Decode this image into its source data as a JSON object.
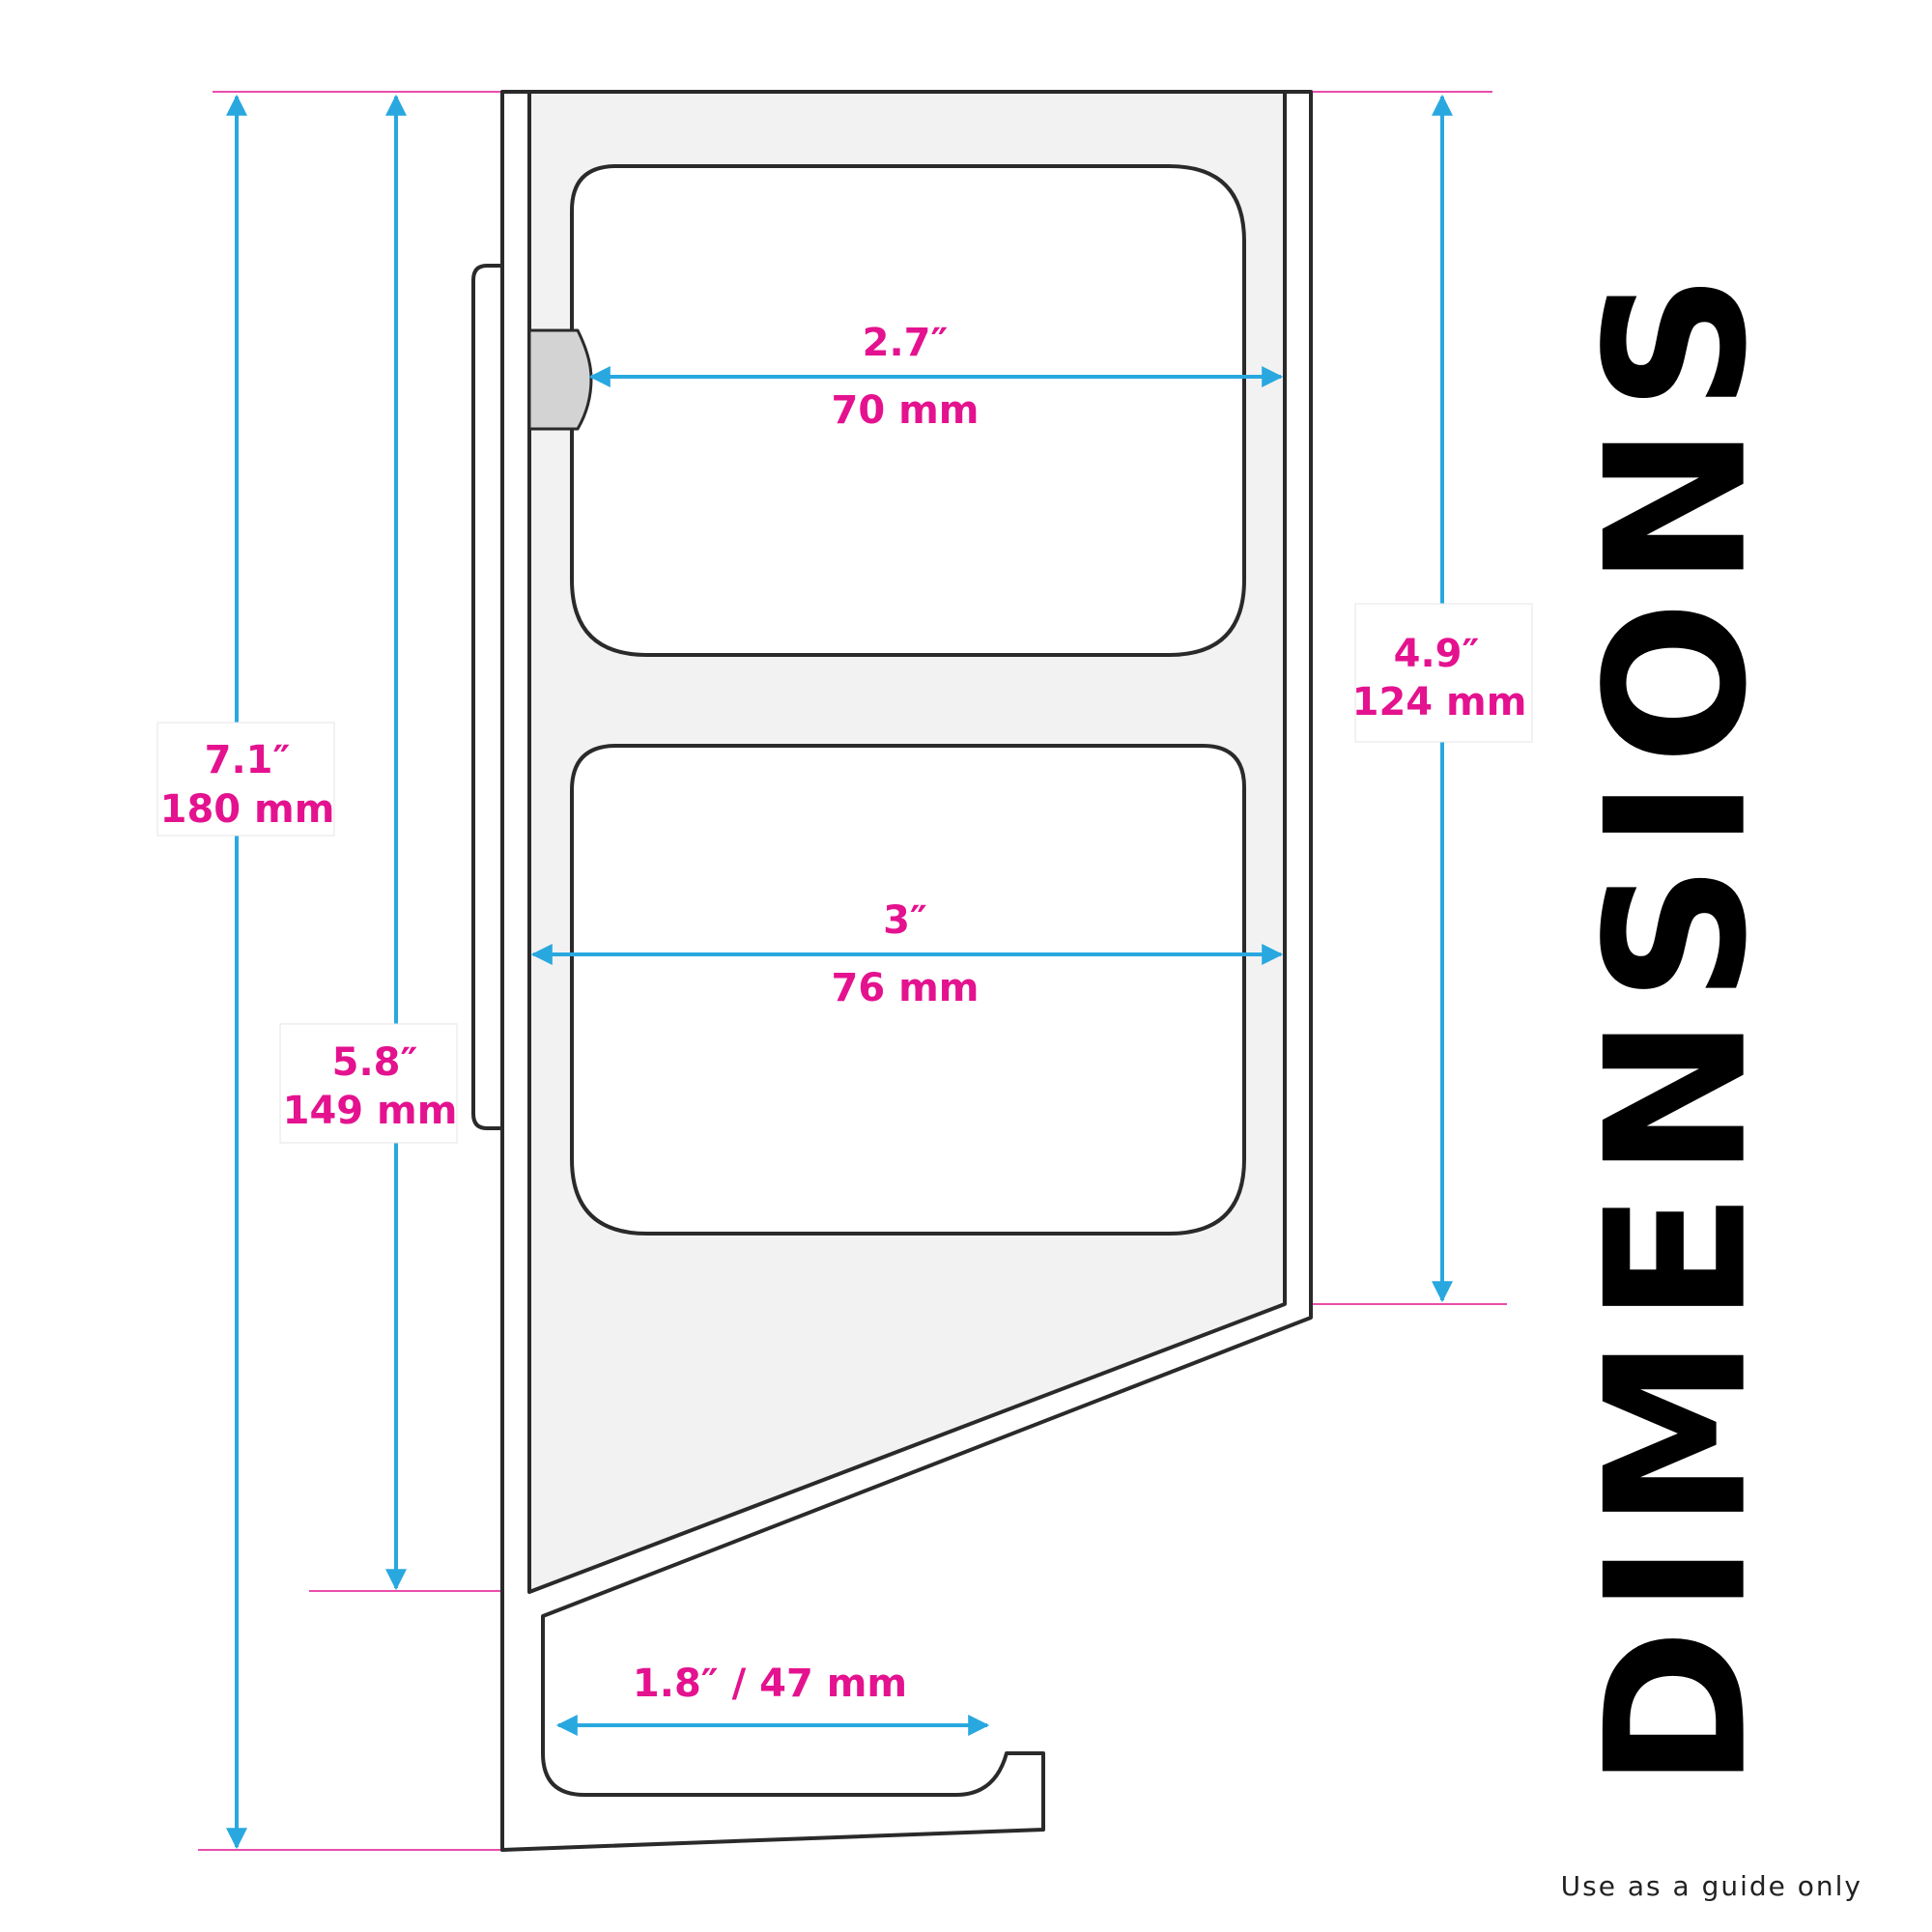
{
  "title": "DIMENSIONS",
  "note": "Use as a guide only",
  "colors": {
    "arrow": "#29a8e0",
    "label": "#e4128f",
    "guide_line": "#e4128f",
    "outline": "#2a2a2a",
    "panel_fill": "#f2f2f2"
  },
  "dimensions": {
    "total_height": {
      "inch": "7.1″",
      "mm": "180 mm"
    },
    "hook_height": {
      "inch": "5.8″",
      "mm": "149 mm"
    },
    "face_height": {
      "inch": "4.9″",
      "mm": "124 mm"
    },
    "top_width": {
      "inch": "2.7″",
      "mm": "70 mm"
    },
    "middle_width": {
      "inch": "3″",
      "mm": "76 mm"
    },
    "hook_width": {
      "label": "1.8″ / 47 mm"
    }
  }
}
